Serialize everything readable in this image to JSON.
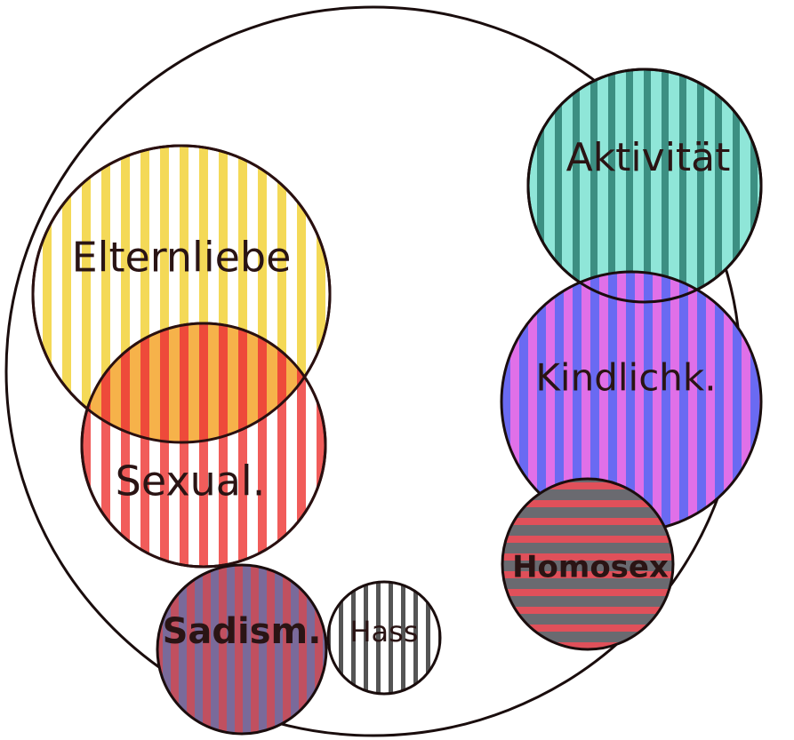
{
  "diagram": {
    "circles": [
      {
        "id": "elternliebe",
        "label": "Elternliebe",
        "color": "#f2d23a",
        "pattern": "vertical"
      },
      {
        "id": "sexual",
        "label": "Sexual.",
        "color": "#f04a48",
        "pattern": "vertical"
      },
      {
        "id": "sadism",
        "label": "Sadism.",
        "color": "#7a6a9a",
        "pattern": "vertical"
      },
      {
        "id": "hass",
        "label": "Hass",
        "color": "#555555",
        "pattern": "vertical"
      },
      {
        "id": "aktivitaet",
        "label": "Aktivität",
        "color": "#3c8f82",
        "pattern": "vertical"
      },
      {
        "id": "kindlichk",
        "label": "Kindlichk.",
        "color": "#6a6af2",
        "pattern": "vertical"
      },
      {
        "id": "homosex",
        "label": "Homosex",
        "color": "#e0505a",
        "pattern": "horizontal"
      }
    ]
  }
}
